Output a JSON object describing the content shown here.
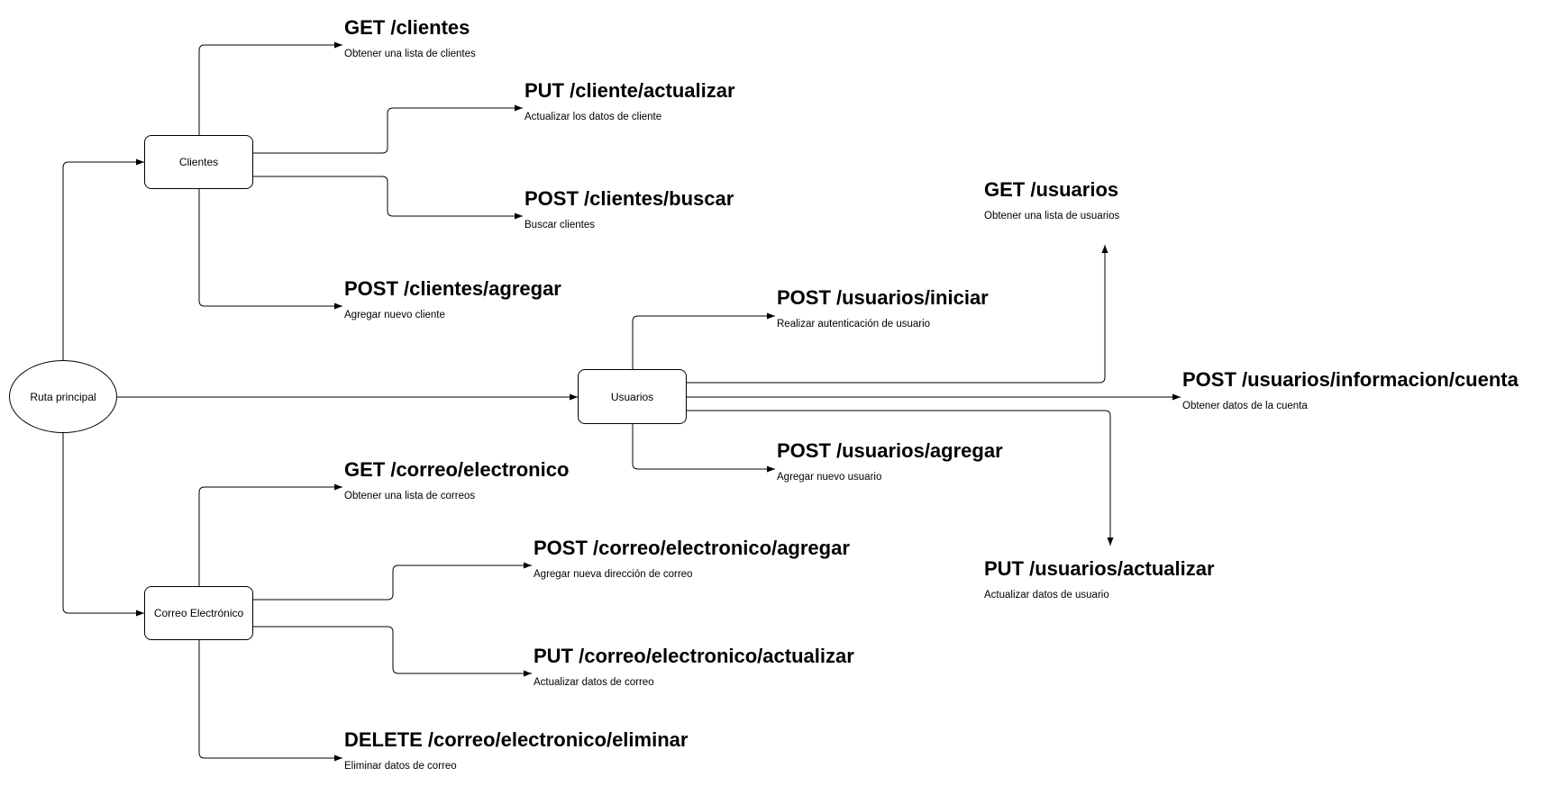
{
  "nodes": {
    "root": "Ruta principal",
    "clientes": "Clientes",
    "usuarios": "Usuarios",
    "correo": "Correo Electrónico"
  },
  "endpoints": [
    {
      "title": "GET /clientes",
      "desc": "Obtener una lista de clientes"
    },
    {
      "title": "PUT /cliente/actualizar",
      "desc": "Actualizar los datos de cliente"
    },
    {
      "title": "POST /clientes/buscar",
      "desc": "Buscar clientes"
    },
    {
      "title": "POST /clientes/agregar",
      "desc": "Agregar nuevo cliente"
    },
    {
      "title": "GET /usuarios",
      "desc": "Obtener una lista de usuarios"
    },
    {
      "title": "POST /usuarios/iniciar",
      "desc": "Realizar autenticación de usuario"
    },
    {
      "title": "POST /usuarios/informacion/cuenta",
      "desc": "Obtener datos de la cuenta"
    },
    {
      "title": "POST /usuarios/agregar",
      "desc": "Agregar nuevo usuario"
    },
    {
      "title": "PUT /usuarios/actualizar",
      "desc": "Actualizar datos de usuario"
    },
    {
      "title": "GET /correo/electronico",
      "desc": "Obtener una lista de correos"
    },
    {
      "title": "POST /correo/electronico/agregar",
      "desc": "Agregar nueva dirección de correo"
    },
    {
      "title": "PUT /correo/electronico/actualizar",
      "desc": "Actualizar datos de correo"
    },
    {
      "title": "DELETE /correo/electronico/eliminar",
      "desc": "Eliminar datos de correo"
    }
  ],
  "colors": {
    "line": "#000000",
    "background": "#ffffff"
  }
}
